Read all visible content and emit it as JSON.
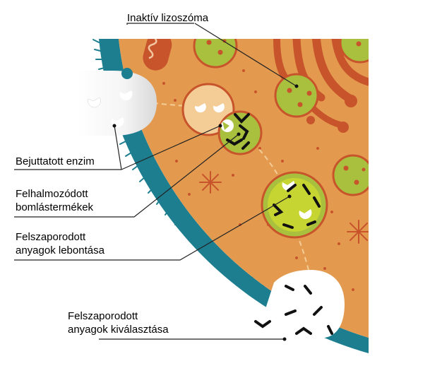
{
  "labels": {
    "inactive_lysosome": "Inaktív lizoszóma",
    "imported_enzyme": "Bejuttatott enzim",
    "accumulated_line1": "Felhalmozódott",
    "accumulated_line2": "bomlástermékek",
    "breakdown_line1": "Felszaporodott",
    "breakdown_line2": "anyagok lebontása",
    "excretion_line1": "Felszaporodott",
    "excretion_line2": "anyagok kiválasztása"
  },
  "colors": {
    "cytoplasm": "#e39a4f",
    "membrane": "#1d7e90",
    "lysosome_green": "#a9bf3e",
    "lysosome_bright": "#c6d531",
    "lysosome_rim": "#c8542b",
    "vesicle_pale": "#f4cd96",
    "organelle_dark": "#c8542b",
    "label_text": "#000000"
  }
}
